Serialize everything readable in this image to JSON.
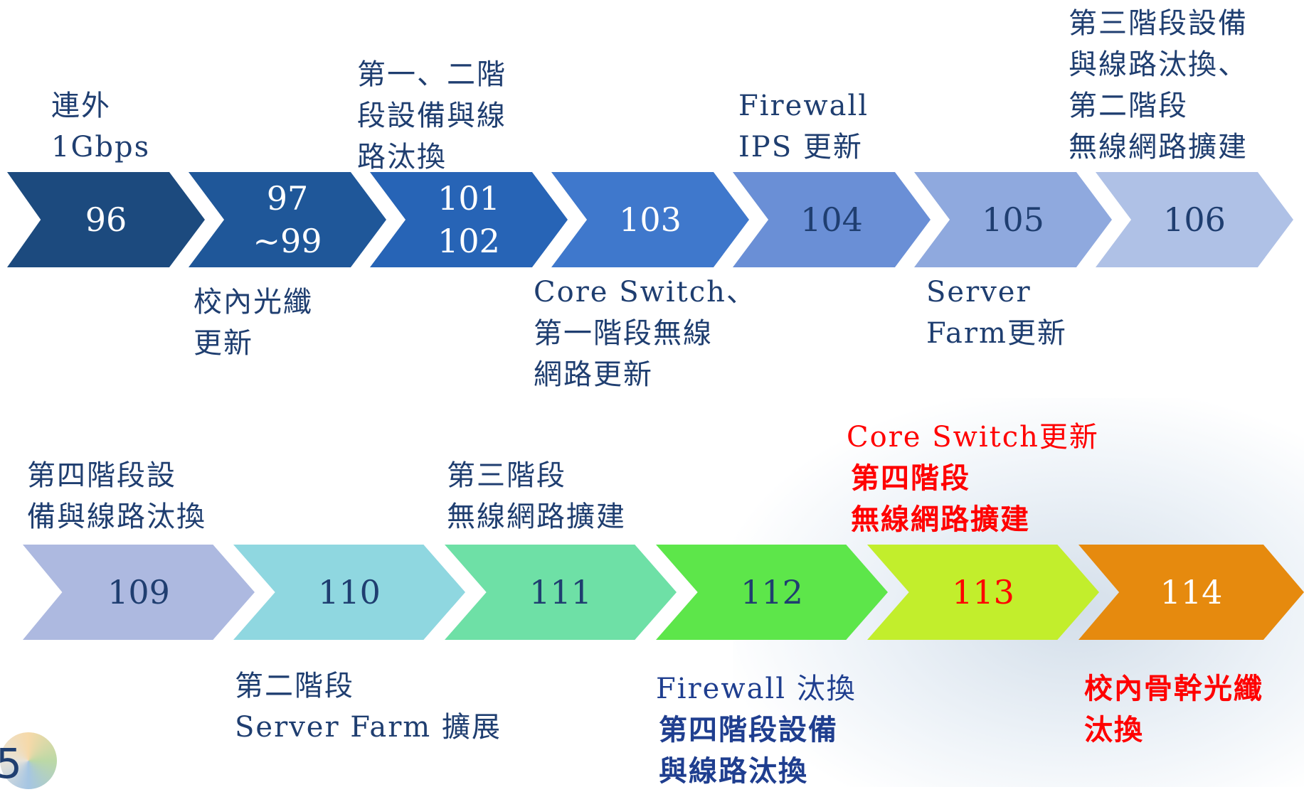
{
  "timeline_top": [
    {
      "value": "96",
      "label": "連外\n1Gbps",
      "color": "#1c4a7e"
    },
    {
      "value": "97\n~99",
      "label": "校內光纖\n更新",
      "color": "#1f5799"
    },
    {
      "value": "101\n102",
      "label": "第一、二階\n段設備與線\n路汰換",
      "color": "#2764b6"
    },
    {
      "value": "103",
      "label": "Core Switch、\n第一階段無線\n網路更新",
      "color": "#3f78cc"
    },
    {
      "value": "104",
      "label": "Firewall\nIPS 更新",
      "color": "#6a8fd6"
    },
    {
      "value": "105",
      "label": "Server\nFarm更新",
      "color": "#8fa9de"
    },
    {
      "value": "106",
      "label": "第三階段設備\n與線路汰換、\n第二階段\n無線網路擴建",
      "color": "#afc1e6"
    }
  ],
  "timeline_bottom": [
    {
      "value": "109",
      "label": "第四階段設\n備與線路汰換",
      "color": "#adb9e0"
    },
    {
      "value": "110",
      "label": "第二階段\nServer Farm 擴展",
      "color": "#8fd7e0"
    },
    {
      "value": "111",
      "label": "第三階段\n無線網路擴建",
      "color": "#6ee0a6"
    },
    {
      "value": "112",
      "label_line1": "Firewall 汰換",
      "label_line2": "第四階段設備\n與線路汰換",
      "color": "#5de64a"
    },
    {
      "value": "113",
      "label_line1": "Core Switch更新",
      "label_line2": "第四階段\n無線網路擴建",
      "color": "#c2ee2c"
    },
    {
      "value": "114",
      "label": "校內骨幹光纖\n汰換",
      "color": "#e68a0e"
    }
  ],
  "accent_colors": {
    "red": "#ff0000",
    "navy": "#1f3e70"
  },
  "page_number": "5"
}
